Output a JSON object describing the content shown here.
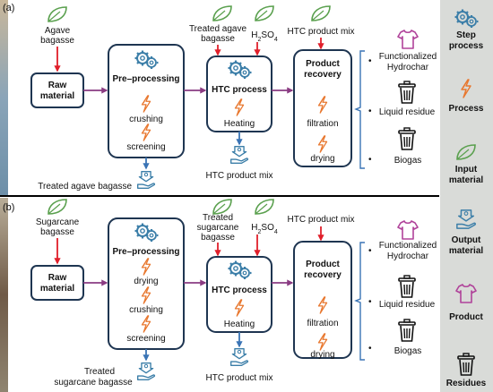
{
  "colors": {
    "navy": "#1e3551",
    "red_arrow": "#e01f2a",
    "purple_arrow": "#8a3b82",
    "blue_arrow": "#3a74b5",
    "orange_bolt": "#e8772e",
    "green_leaf": "#5aa04e",
    "blue_gear": "#3b7ea8",
    "pink_shirt": "#b0439a",
    "legend_bg": "#d9dbd8",
    "photo_a": "#7c9bb2",
    "photo_b": "#7d6a58"
  },
  "panel_a": {
    "tag": "(a)",
    "input_label_1": "Agave",
    "input_label_2": "bagasse",
    "raw_material_1": "Raw",
    "raw_material_2": "material",
    "preproc_title": "Pre–processing",
    "preproc_steps": [
      "crushing",
      "screening"
    ],
    "preproc_output": "Treated agave bagasse",
    "htc_input_1": "Treated agave",
    "htc_input_2": "bagasse",
    "htc_reagent": "H2SO4",
    "htc_title": "HTC process",
    "htc_step": "Heating",
    "htc_output": "HTC product mix",
    "recovery_input": "HTC product mix",
    "recovery_title_1": "Product",
    "recovery_title_2": "recovery",
    "recovery_steps": [
      "filtration",
      "drying"
    ],
    "products": [
      "Functionalized",
      "Hydrochar",
      "Liquid residue",
      "Biogas"
    ]
  },
  "panel_b": {
    "tag": "(b)",
    "input_label_1": "Sugarcane",
    "input_label_2": "bagasse",
    "raw_material_1": "Raw",
    "raw_material_2": "material",
    "preproc_title": "Pre–processing",
    "preproc_steps": [
      "drying",
      "crushing",
      "screening"
    ],
    "preproc_output_1": "Treated",
    "preproc_output_2": "sugarcane bagasse",
    "htc_input_1": "Treated",
    "htc_input_2": "sugarcane",
    "htc_input_3": "bagasse",
    "htc_reagent": "H2SO4",
    "htc_title": "HTC process",
    "htc_step": "Heating",
    "htc_output": "HTC product mix",
    "recovery_input": "HTC product mix",
    "recovery_title_1": "Product",
    "recovery_title_2": "recovery",
    "recovery_steps": [
      "filtration",
      "drying"
    ],
    "products": [
      "Functionalized",
      "Hydrochar",
      "Liquid residue",
      "Biogas"
    ]
  },
  "legend": {
    "step_process_1": "Step",
    "step_process_2": "process",
    "process": "Process",
    "input_material_1": "Input",
    "input_material_2": "material",
    "output_material_1": "Output",
    "output_material_2": "material",
    "product": "Product",
    "residues": "Residues"
  },
  "icons": [
    "leaf-icon",
    "gear-icon",
    "lightning-icon",
    "hand-output-icon",
    "shirt-icon",
    "trash-bin-icon"
  ]
}
